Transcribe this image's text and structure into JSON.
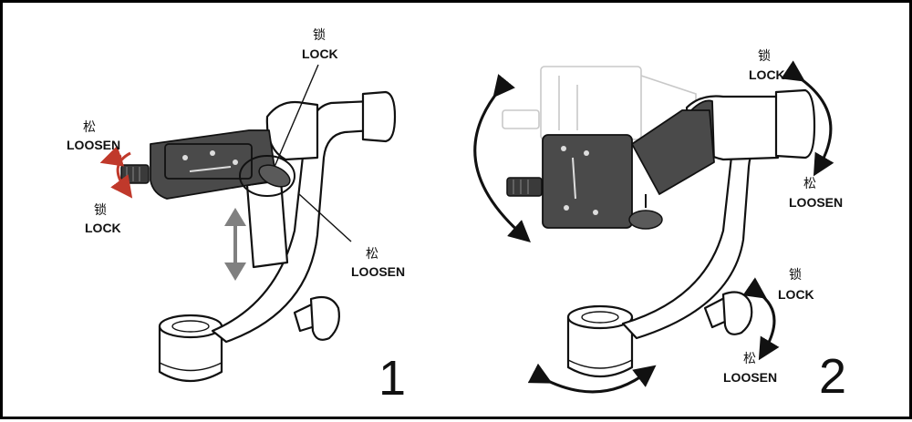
{
  "panels": [
    {
      "number": "1",
      "labels": [
        {
          "cn": "锁",
          "en": "LOCK"
        },
        {
          "cn": "松",
          "en": "LOOSEN"
        },
        {
          "cn": "锁",
          "en": "LOCK"
        },
        {
          "cn": "松",
          "en": "LOOSEN"
        }
      ]
    },
    {
      "number": "2",
      "labels": [
        {
          "cn": "锁",
          "en": "LOCK"
        },
        {
          "cn": "松",
          "en": "LOOSEN"
        },
        {
          "cn": "锁",
          "en": "LOCK"
        },
        {
          "cn": "松",
          "en": "LOOSEN"
        }
      ]
    }
  ],
  "colors": {
    "arrow_red": "#c0392b",
    "arrow_grey": "#808080",
    "knob_dark": "#4a4a4a"
  }
}
